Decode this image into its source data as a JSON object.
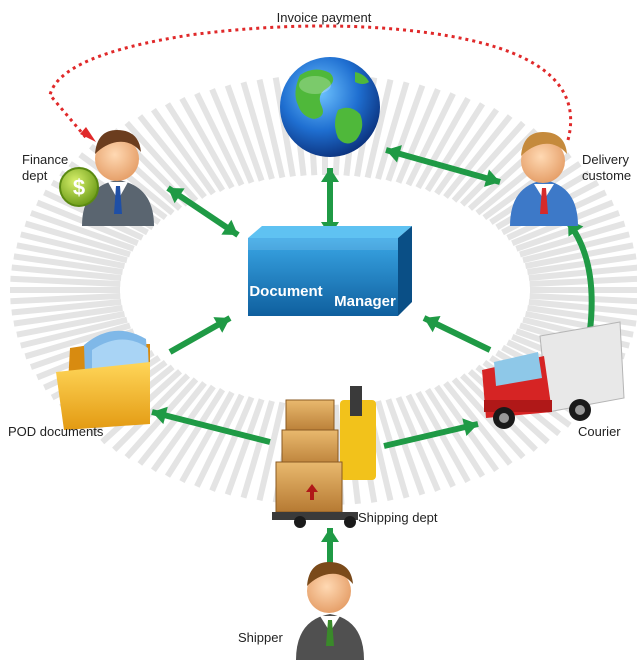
{
  "title_arc_label": "Invoice payment",
  "nodes": {
    "finance": {
      "line1": "Finance",
      "line2": "dept",
      "icon": "businessman-with-dollar-coin"
    },
    "delivery": {
      "line1": "Delivery",
      "line2": "custome",
      "icon": "businessman"
    },
    "globe": {
      "icon": "globe"
    },
    "document_manager": {
      "line1": "Document",
      "line2": "Manager",
      "icon": "blue-cube"
    },
    "pod": {
      "label": "POD documents",
      "icon": "folder"
    },
    "courier": {
      "label": "Courier",
      "icon": "delivery-truck"
    },
    "shipping": {
      "label": "Shipping dept",
      "icon": "forklift-with-boxes"
    },
    "shipper": {
      "label": "Shipper",
      "icon": "businessman"
    }
  },
  "colors": {
    "arrow_green": "#1f9a45",
    "dotted_red": "#e0292a",
    "cube_blue": "#1b86c9",
    "ring_gray": "#e4e4e4"
  }
}
